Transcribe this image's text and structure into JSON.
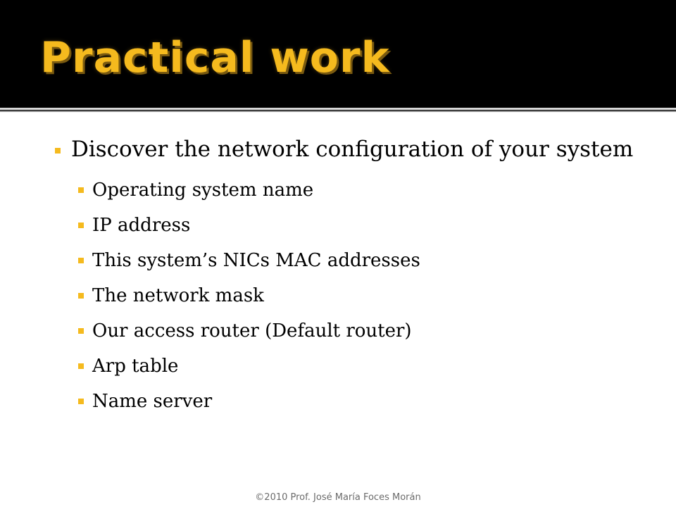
{
  "slide": {
    "title": "Practical work",
    "bullet": "Discover the network configuration of your system",
    "sub_bullets": [
      "Operating system name",
      "IP address",
      "This system’s NICs MAC addresses",
      "The network mask",
      "Our access router (Default router)",
      "Arp table",
      "Name server"
    ],
    "footer": "©2010 Prof. José María Foces Morán"
  },
  "colors": {
    "accent": "#F5BA1E",
    "title_background": "#000000",
    "content_background": "#FFFFFF",
    "body_text": "#000000",
    "footer_text": "#6B6B6B"
  }
}
